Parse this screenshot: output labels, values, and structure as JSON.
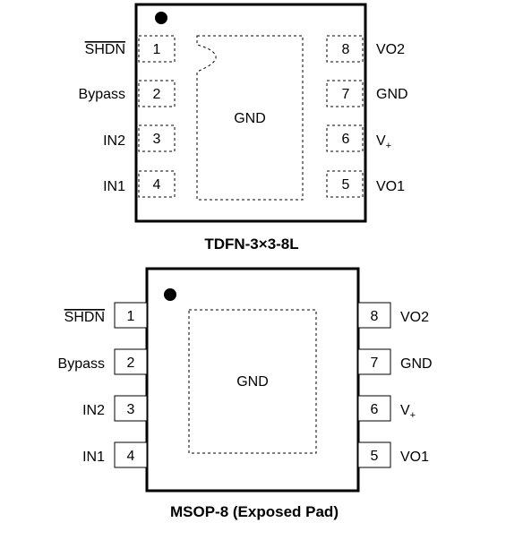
{
  "packages": [
    {
      "caption": "TDFN-3×3-8L",
      "pad_label": "GND",
      "left_pins": [
        {
          "num": "1",
          "name": "SHDN",
          "overline": true
        },
        {
          "num": "2",
          "name": "Bypass"
        },
        {
          "num": "3",
          "name": "IN2"
        },
        {
          "num": "4",
          "name": "IN1"
        }
      ],
      "right_pins": [
        {
          "num": "8",
          "name": "VO2"
        },
        {
          "num": "7",
          "name": "GND"
        },
        {
          "num": "6",
          "name": "V",
          "sub": "+"
        },
        {
          "num": "5",
          "name": "VO1"
        }
      ]
    },
    {
      "caption": "MSOP-8 (Exposed Pad)",
      "pad_label": "GND",
      "left_pins": [
        {
          "num": "1",
          "name": "SHDN",
          "overline": true
        },
        {
          "num": "2",
          "name": "Bypass"
        },
        {
          "num": "3",
          "name": "IN2"
        },
        {
          "num": "4",
          "name": "IN1"
        }
      ],
      "right_pins": [
        {
          "num": "8",
          "name": "VO2"
        },
        {
          "num": "7",
          "name": "GND"
        },
        {
          "num": "6",
          "name": "V",
          "sub": "+"
        },
        {
          "num": "5",
          "name": "VO1"
        }
      ]
    }
  ]
}
